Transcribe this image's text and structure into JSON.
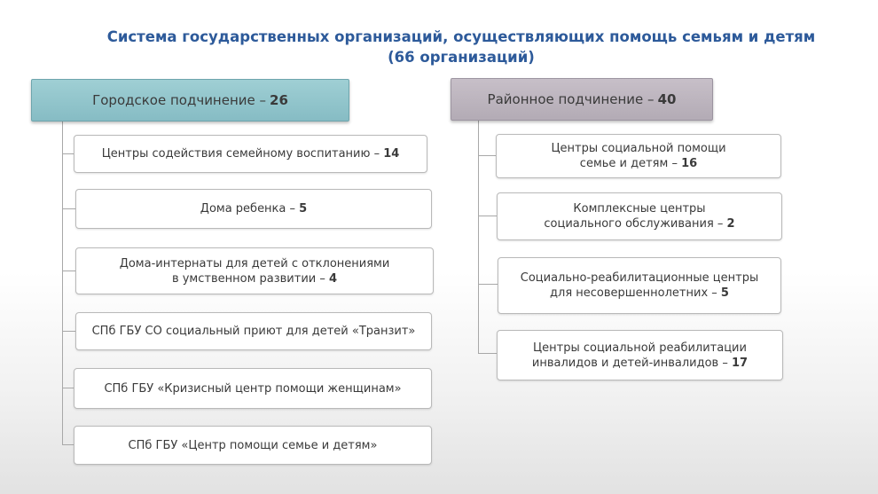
{
  "title": {
    "line1": "Система государственных организаций, осуществляющих помощь семьям и детям",
    "line2": "(66 организаций)"
  },
  "left": {
    "header": {
      "label": "Городское подчинение –",
      "count": "26"
    },
    "items": [
      {
        "lines": [
          "Центры содействия семейному воспитанию –"
        ],
        "count": "14"
      },
      {
        "lines": [
          "Дома ребенка –"
        ],
        "count": "5"
      },
      {
        "lines": [
          "Дома-интернаты для детей с отклонениями",
          "в умственном развитии –"
        ],
        "count": "4"
      },
      {
        "lines": [
          "СПб ГБУ СО социальный приют для детей «Транзит»"
        ],
        "count": ""
      },
      {
        "lines": [
          "СПб ГБУ «Кризисный центр помощи женщинам»"
        ],
        "count": ""
      },
      {
        "lines": [
          "СПб ГБУ «Центр помощи семье и детям»"
        ],
        "count": ""
      }
    ]
  },
  "right": {
    "header": {
      "label": "Районное подчинение –",
      "count": "40"
    },
    "items": [
      {
        "lines": [
          "Центры социальной помощи",
          "семье и детям –"
        ],
        "count": "16"
      },
      {
        "lines": [
          "Комплексные центры",
          "социального обслуживания –"
        ],
        "count": "2"
      },
      {
        "lines": [
          "Социально-реабилитационные центры",
          "для несовершеннолетних –"
        ],
        "count": "5"
      },
      {
        "lines": [
          "Центры социальной реабилитации",
          "инвалидов и детей-инвалидов –"
        ],
        "count": "17"
      }
    ]
  }
}
